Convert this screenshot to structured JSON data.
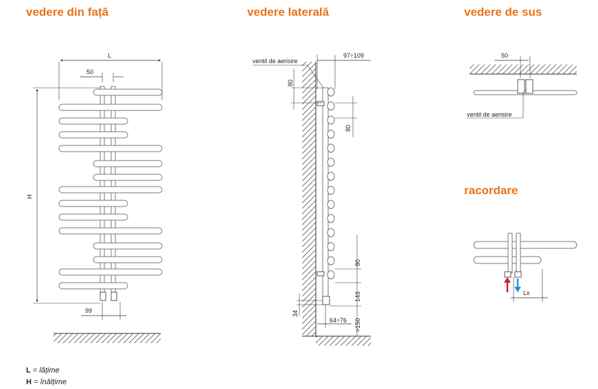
{
  "views": {
    "front": "vedere din față",
    "side": "vedere laterală",
    "top": "vedere de sus",
    "connection": "racordare"
  },
  "dimensions": {
    "L": "L",
    "H": "H",
    "d50": "50",
    "d99": "99",
    "d80": "80",
    "d97_109": "97÷109",
    "d143": "143",
    "d34": "34",
    "d64_76": "64÷76",
    "d150": ">150",
    "lx": "Lx"
  },
  "labels": {
    "air_valve": "ventil de aerisire"
  },
  "legend": [
    {
      "key": "L",
      "text": "= lățime"
    },
    {
      "key": "H",
      "text": "= înălțime"
    }
  ],
  "colors": {
    "title": "#e8731a",
    "line": "#333333",
    "flow_in": "#d0202a",
    "flow_out": "#2a8fd6"
  }
}
